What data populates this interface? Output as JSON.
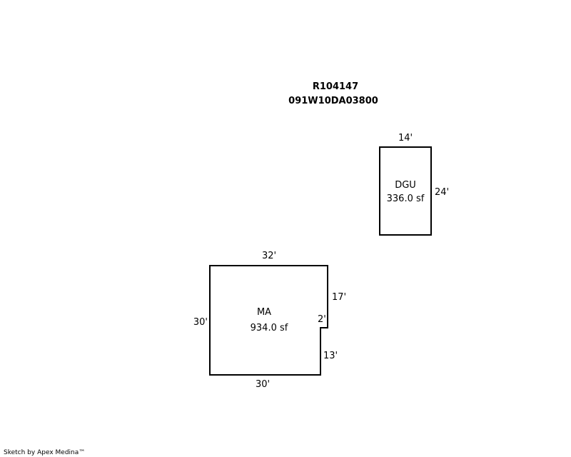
{
  "header": {
    "parcel_id": "R104147",
    "map_number": "091W10DA03800"
  },
  "buildings": {
    "dgu": {
      "code": "DGU",
      "area": "336.0 sf",
      "dims": {
        "top": "14'",
        "right": "24'"
      }
    },
    "ma": {
      "code": "MA",
      "area": "934.0 sf",
      "dims": {
        "top": "32'",
        "left": "30'",
        "bottom": "30'",
        "right_upper": "17'",
        "notch": "2'",
        "right_lower": "13'"
      }
    }
  },
  "footer": {
    "credit": "Sketch by Apex Medina™"
  },
  "colors": {
    "line": "#000000",
    "background": "#ffffff"
  }
}
